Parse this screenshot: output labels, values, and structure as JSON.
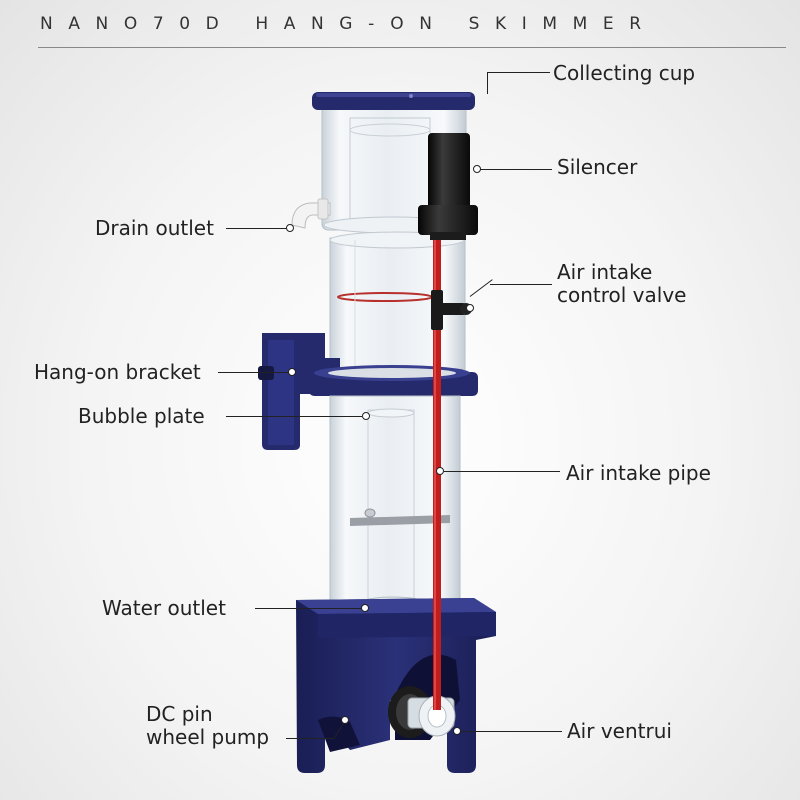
{
  "title": "NANO70D HANG-ON SKIMMER",
  "labels": {
    "collecting_cup": "Collecting cup",
    "silencer": "Silencer",
    "drain_outlet": "Drain outlet",
    "air_intake_valve": "Air intake\ncontrol valve",
    "hang_on_bracket": "Hang-on bracket",
    "bubble_plate": "Bubble plate",
    "air_intake_pipe": "Air intake pipe",
    "water_outlet": "Water outlet",
    "dc_pump": "DC pin\nwheel pump",
    "air_venturi": "Air ventrui"
  },
  "colors": {
    "plastic_blue": "#252a6c",
    "air_pipe_red": "#c21d1d",
    "silencer_black": "#141414",
    "acrylic": "#e4eaef",
    "text": "#222222"
  }
}
